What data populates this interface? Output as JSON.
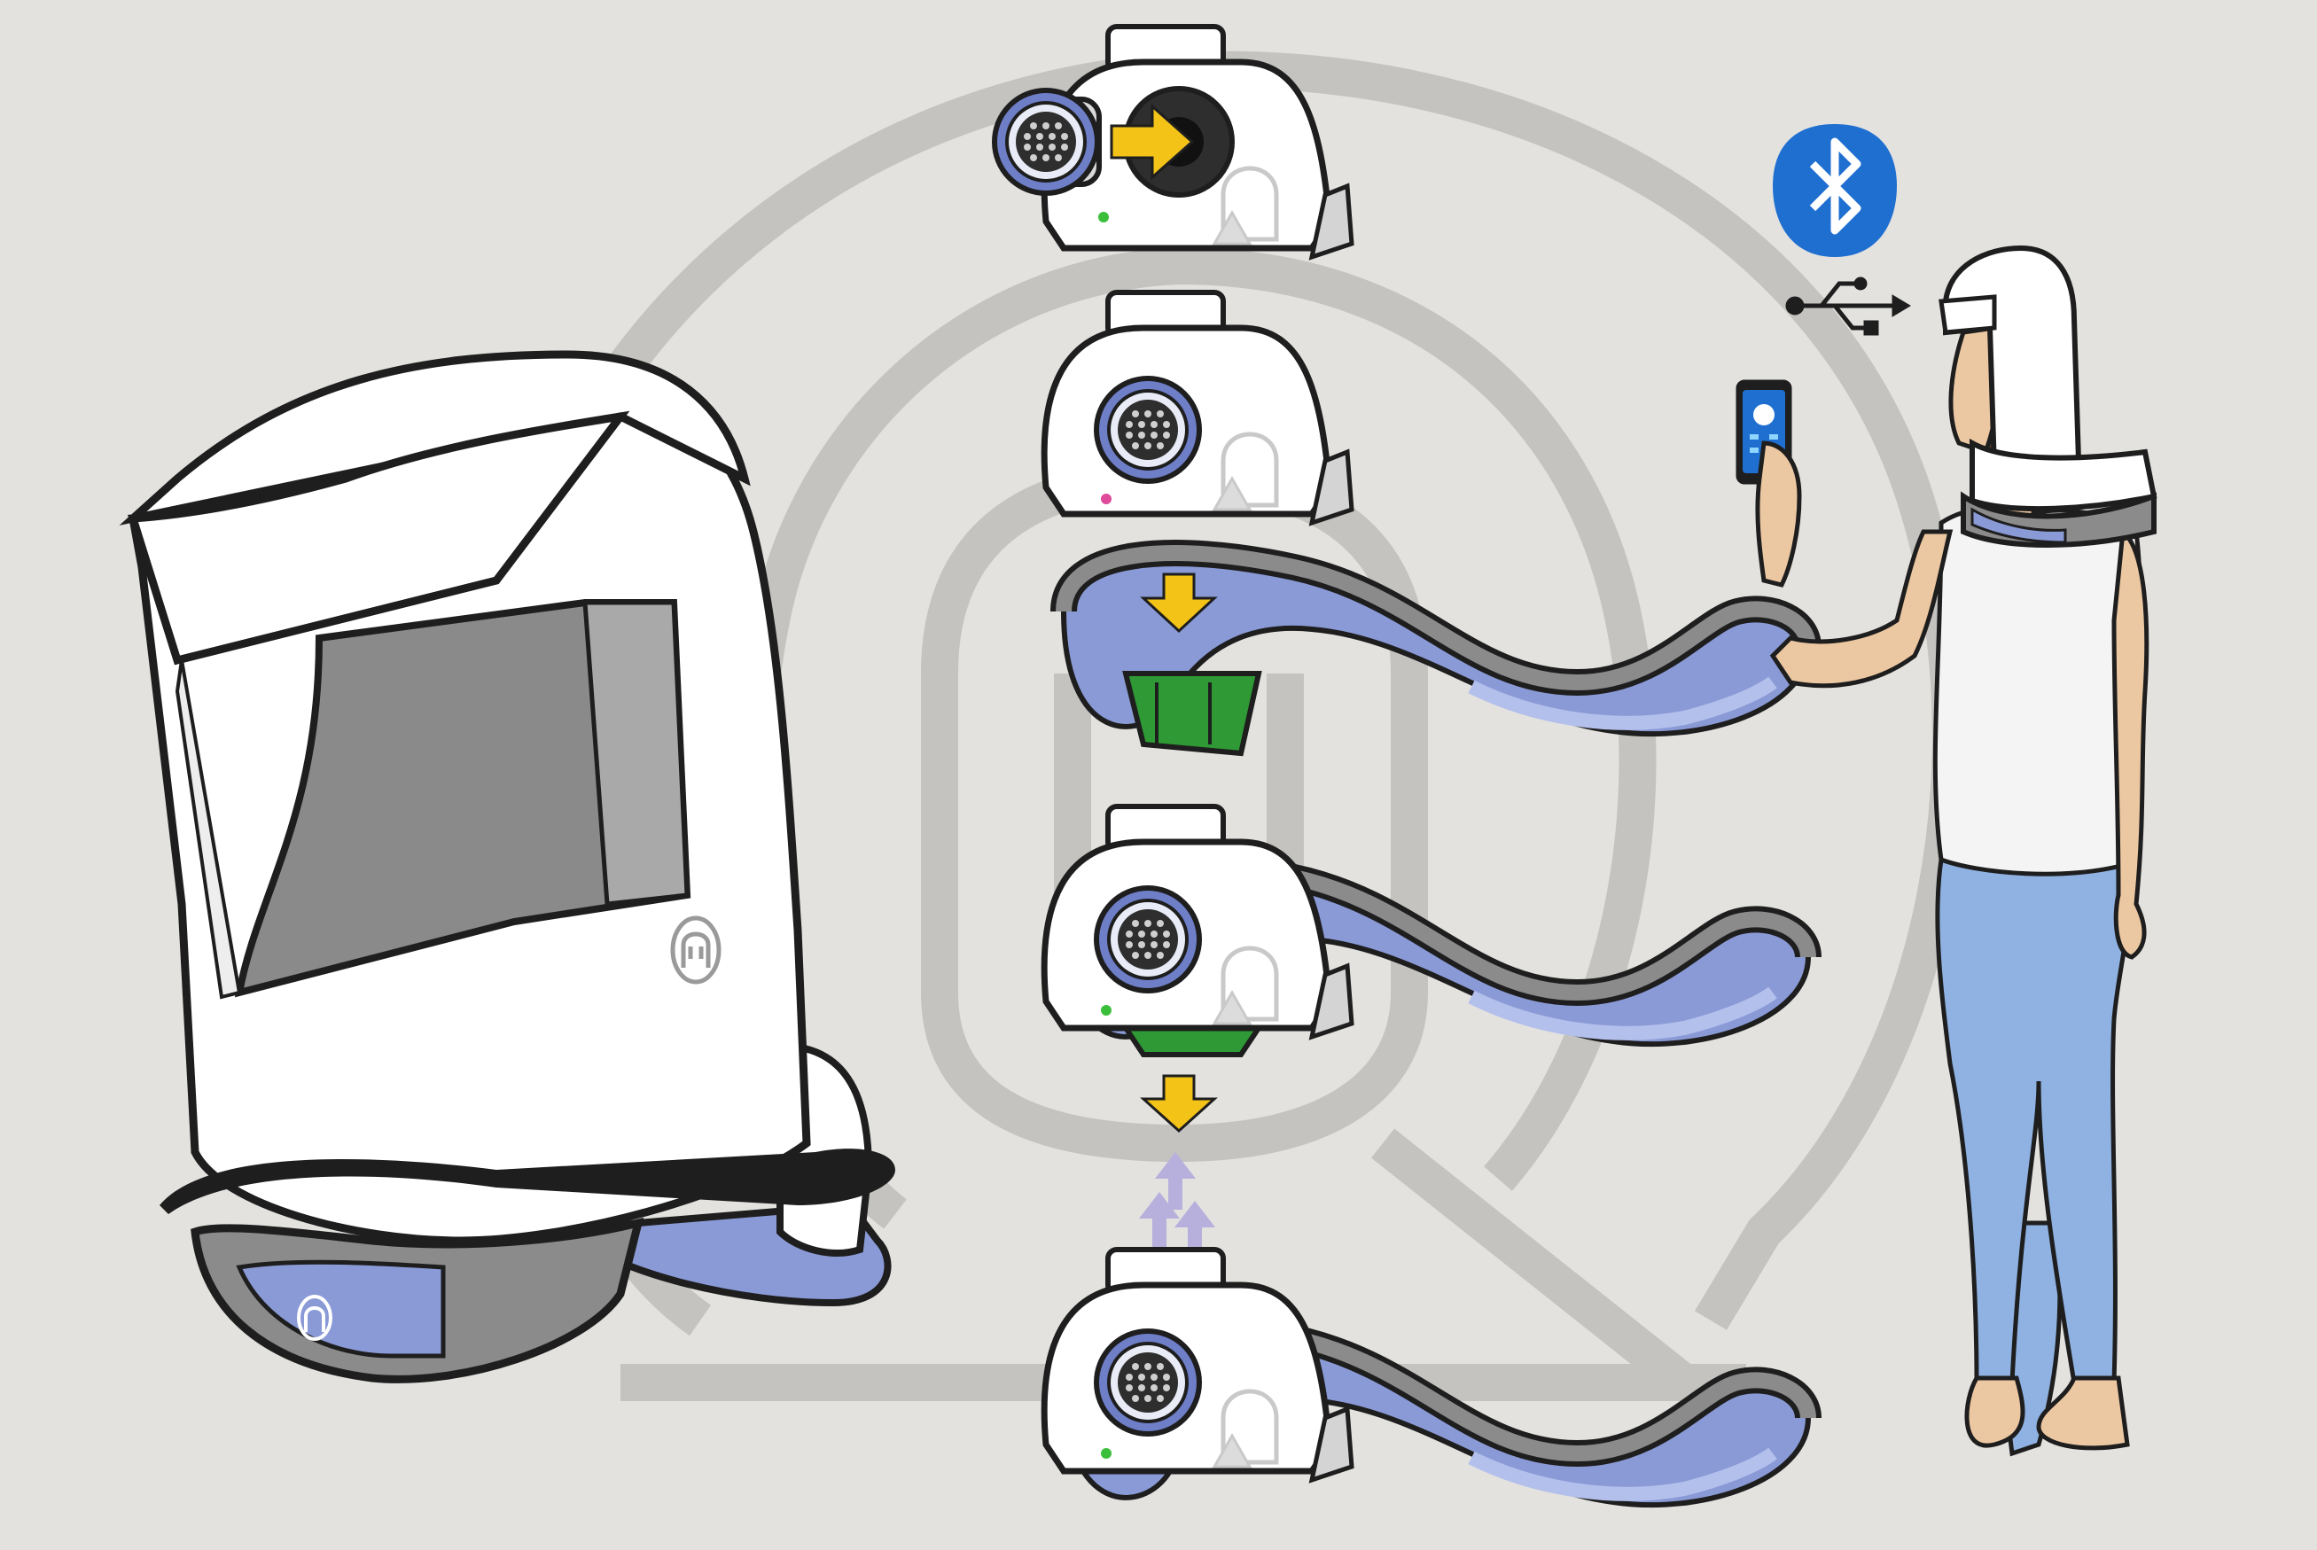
{
  "colors": {
    "background": "#e3e2df",
    "watermark": "#c4c3c0",
    "outline": "#1e1e1e",
    "shell": "#ffffff",
    "visor_dark": "#8a8a8a",
    "visor_light": "#a9a9a9",
    "strap_gray": "#8b8b8b",
    "strap_dark": "#5e5e5e",
    "cushion_blue": "#8a9ad6",
    "cushion_blue_light": "#b4c0ec",
    "filter_blue": "#6e7fc8",
    "arrow_yellow": "#f3c318",
    "arrow_lavender": "#b7b0dc",
    "bay_green": "#2f9a35",
    "bluetooth_blue": "#1f6fd0",
    "skin": "#ecc8a2",
    "hair": "#6b4028",
    "tank_top": "#f4f4f4",
    "jeans": "#8fb2e2",
    "led_green": "#3bbf3b",
    "led_pink": "#e04a9a"
  },
  "icons": {
    "bluetooth": "bluetooth-icon",
    "usb": "usb-icon",
    "logo_watermark": "hood-logo-watermark-icon"
  },
  "steps": [
    {
      "id": 1,
      "action": "filter-insert",
      "arrow_direction": "right",
      "led": "green"
    },
    {
      "id": 2,
      "action": "unit-place-on-yoke",
      "arrow_direction": "down",
      "led": "pink"
    },
    {
      "id": 3,
      "action": "unit-release-from-yoke",
      "arrow_direction": "down",
      "led": "green"
    },
    {
      "id": 4,
      "action": "airflow-up",
      "arrow_direction": "up",
      "led": "green"
    }
  ]
}
